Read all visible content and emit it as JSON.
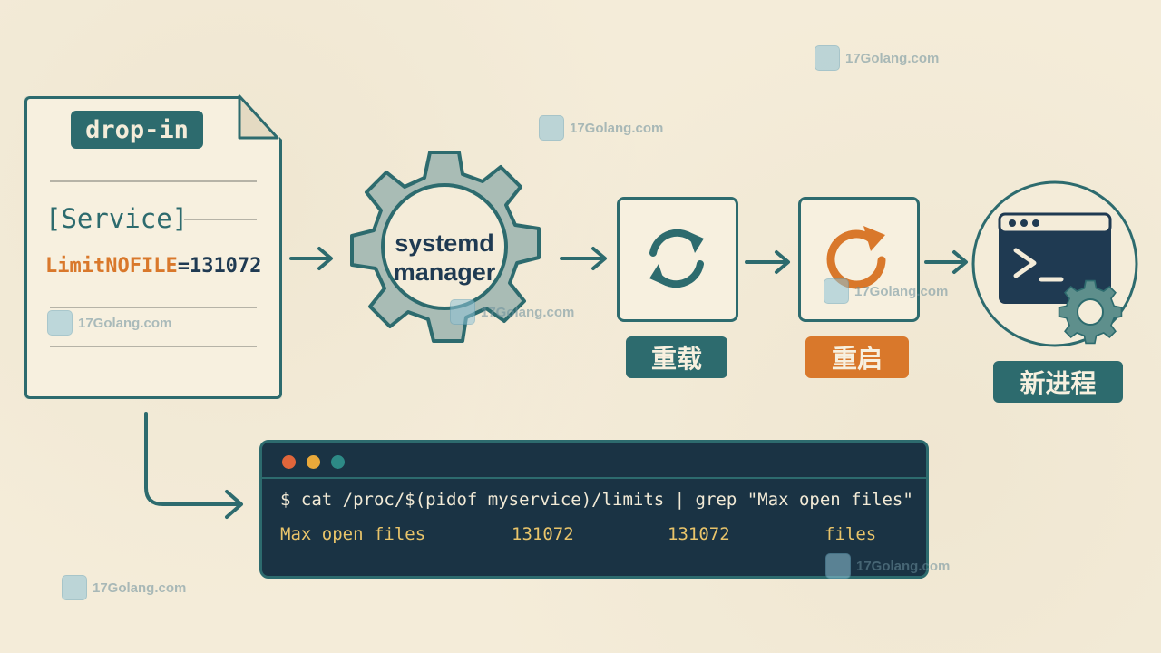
{
  "document": {
    "tag": "drop-in",
    "section": "[Service]",
    "limit_key": "LimitNOFILE",
    "limit_eq_value": "=131072"
  },
  "gear": {
    "line1": "systemd",
    "line2": "manager"
  },
  "steps": [
    {
      "label": "重载",
      "icon": "reload-arrows-icon",
      "color": "#2d6b6e"
    },
    {
      "label": "重启",
      "icon": "restart-arrow-icon",
      "color": "#d9782b"
    },
    {
      "label": "新进程",
      "icon": "terminal-gear-icon",
      "color": "#2d6b6e"
    }
  ],
  "terminal": {
    "command": "$ cat /proc/$(pidof myservice)/limits | grep \"Max open files\"",
    "out_name": "Max open files",
    "out_soft": "131072",
    "out_hard": "131072",
    "out_unit": "files",
    "dot_colors": [
      "#e0663b",
      "#e9a93a",
      "#2d8a86"
    ]
  },
  "watermark": {
    "text": "17Golang.com"
  },
  "colors": {
    "teal": "#2d6b6e",
    "orange": "#d9782b",
    "navy": "#1f3a52",
    "paper": "#f4ecd9"
  }
}
